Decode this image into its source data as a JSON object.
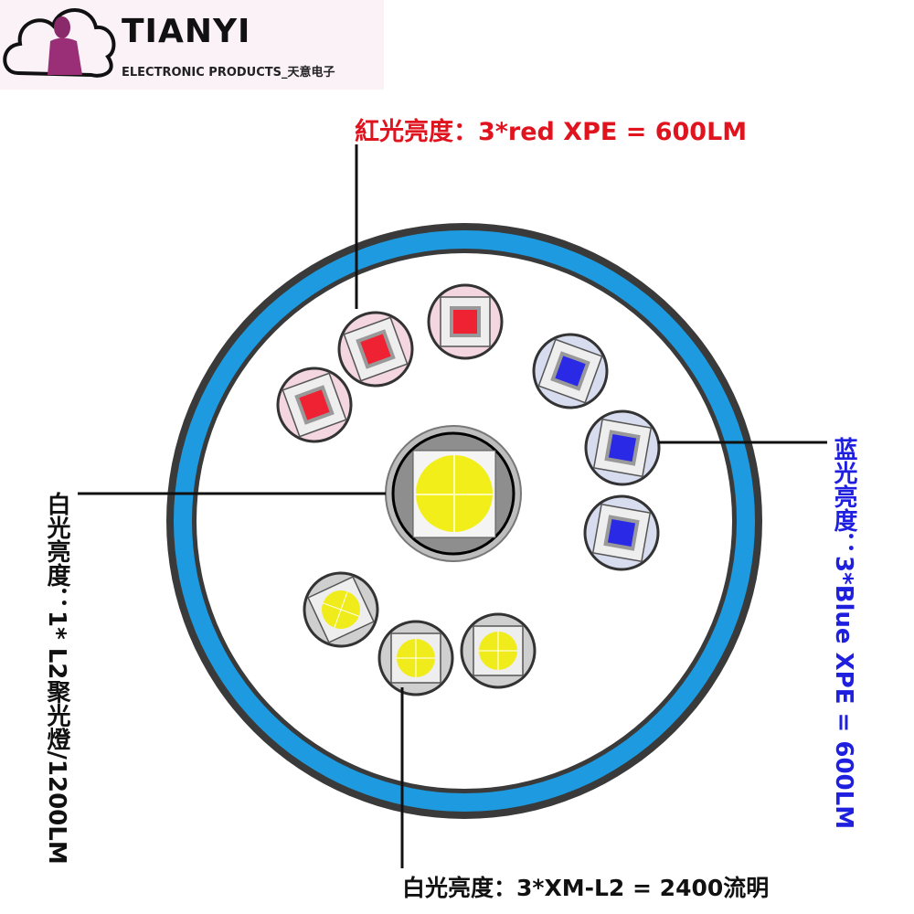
{
  "logo": {
    "brand": "TIANYI",
    "subtitle": "ELECTRONIC PRODUCTS_天意电子"
  },
  "labels": {
    "red": "紅光亮度：3*red XPE = 600LM",
    "blue": "蓝光亮度：3*Blue XPE = 600LM",
    "center_white": "白光亮度：1* L2聚光燈/1200LM",
    "white": "白光亮度：3*XM-L2 = 2400流明"
  },
  "colors": {
    "red": "#e0141e",
    "blue": "#1f1fe0",
    "ring": "#1e9be0"
  }
}
